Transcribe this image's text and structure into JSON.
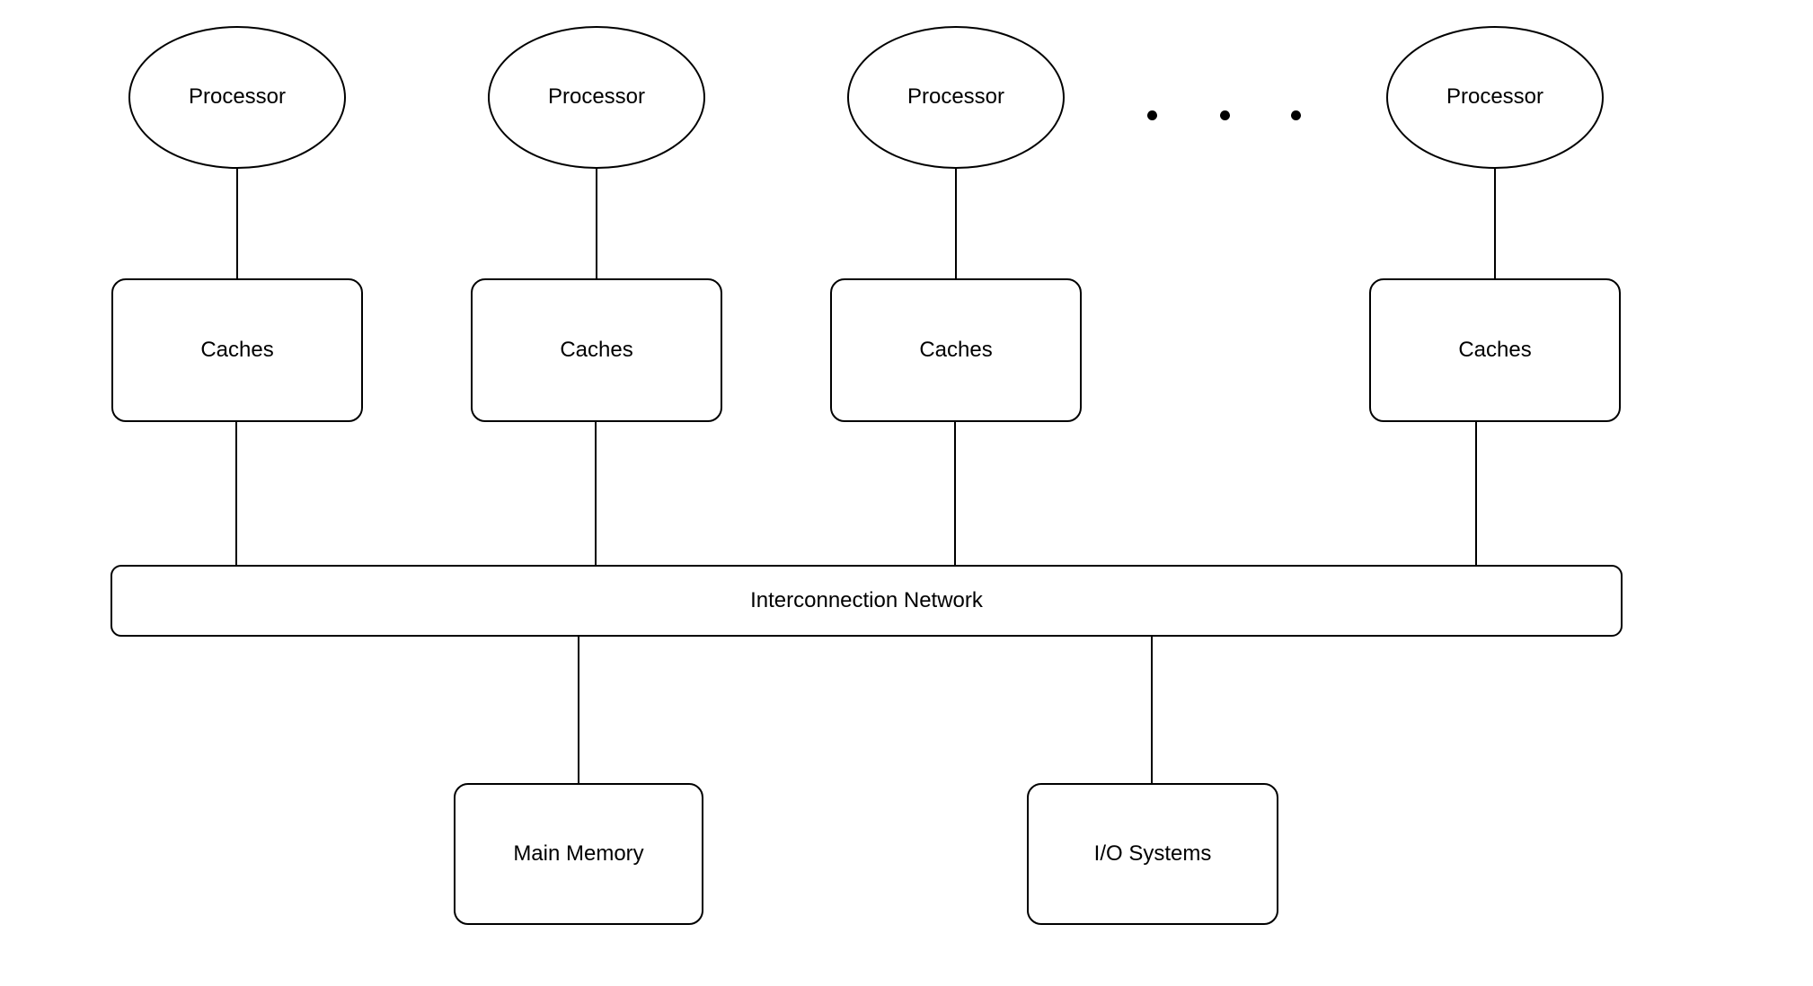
{
  "colors": {
    "background": "#ffffff",
    "stroke": "#000000",
    "text": "#000000"
  },
  "nodes": {
    "processors": [
      {
        "label": "Processor"
      },
      {
        "label": "Processor"
      },
      {
        "label": "Processor"
      },
      {
        "label": "Processor"
      }
    ],
    "caches": [
      {
        "label": "Caches"
      },
      {
        "label": "Caches"
      },
      {
        "label": "Caches"
      },
      {
        "label": "Caches"
      }
    ],
    "network": {
      "label": "Interconnection Network"
    },
    "main_memory": {
      "label": "Main Memory"
    },
    "io_systems": {
      "label": "I/O Systems"
    }
  },
  "ellipsis": {
    "dot_count": 3
  }
}
